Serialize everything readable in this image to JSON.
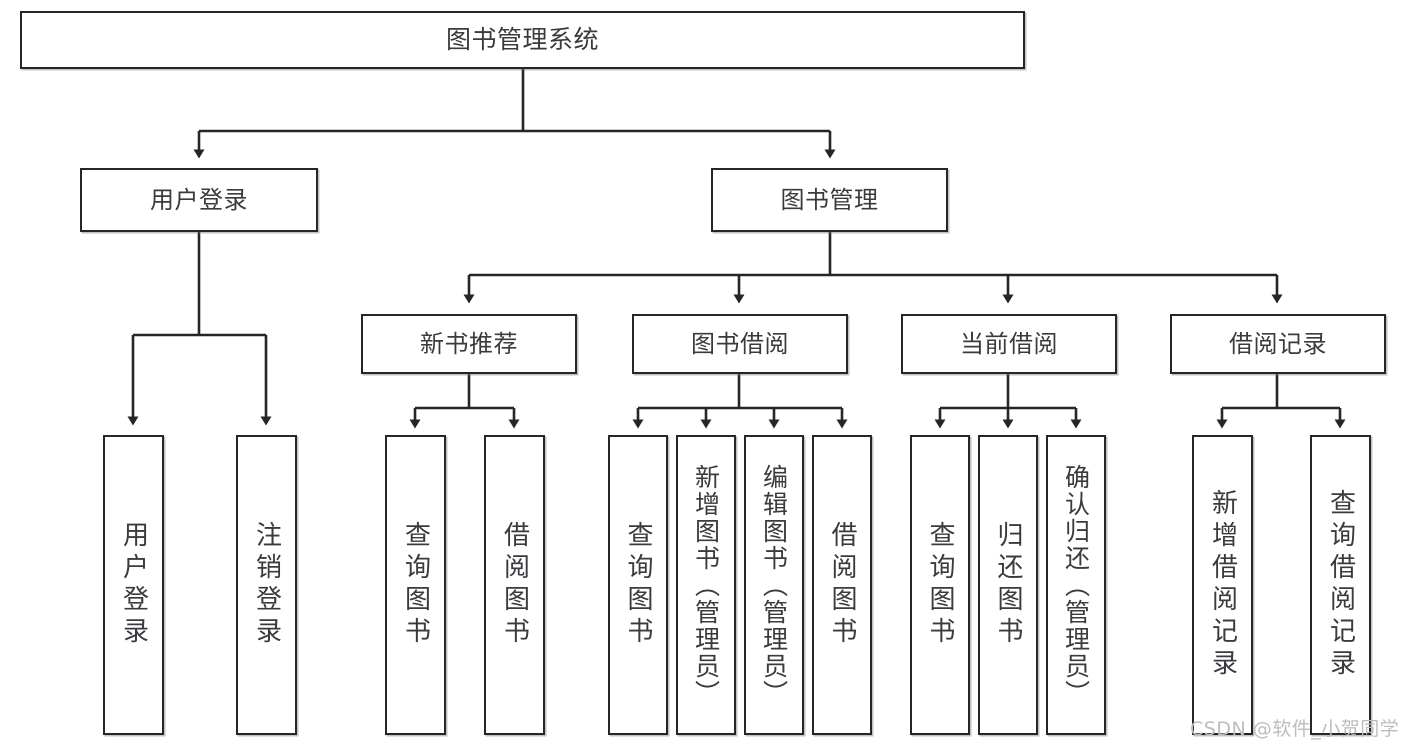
{
  "diagram": {
    "type": "hierarchy-tree",
    "title": "图书管理系统",
    "root": {
      "id": "root",
      "label": "图书管理系统"
    },
    "level2": [
      {
        "id": "user-login",
        "label": "用户登录"
      },
      {
        "id": "book-management",
        "label": "图书管理"
      }
    ],
    "level3": [
      {
        "id": "new-book-recommend",
        "label": "新书推荐",
        "parent": "book-management"
      },
      {
        "id": "book-borrow",
        "label": "图书借阅",
        "parent": "book-management"
      },
      {
        "id": "current-borrow",
        "label": "当前借阅",
        "parent": "book-management"
      },
      {
        "id": "borrow-record",
        "label": "借阅记录",
        "parent": "book-management"
      }
    ],
    "leaves": [
      {
        "id": "leaf-user-login",
        "label": "用户登录",
        "parent": "user-login"
      },
      {
        "id": "leaf-logout",
        "label": "注销登录",
        "parent": "user-login"
      },
      {
        "id": "leaf-query-book-1",
        "label": "查询图书",
        "parent": "new-book-recommend"
      },
      {
        "id": "leaf-borrow-book-1",
        "label": "借阅图书",
        "parent": "new-book-recommend"
      },
      {
        "id": "leaf-query-book-2",
        "label": "查询图书",
        "parent": "book-borrow"
      },
      {
        "id": "leaf-add-book",
        "label": "新增图书（管理员）",
        "parent": "book-borrow"
      },
      {
        "id": "leaf-edit-book",
        "label": "编辑图书（管理员）",
        "parent": "book-borrow"
      },
      {
        "id": "leaf-borrow-book-2",
        "label": "借阅图书",
        "parent": "book-borrow"
      },
      {
        "id": "leaf-query-book-3",
        "label": "查询图书",
        "parent": "current-borrow"
      },
      {
        "id": "leaf-return-book",
        "label": "归还图书",
        "parent": "current-borrow"
      },
      {
        "id": "leaf-confirm-return",
        "label": "确认归还（管理员）",
        "parent": "current-borrow"
      },
      {
        "id": "leaf-add-record",
        "label": "新增借阅记录",
        "parent": "borrow-record"
      },
      {
        "id": "leaf-query-record",
        "label": "查询借阅记录",
        "parent": "borrow-record"
      }
    ]
  },
  "watermark": {
    "text": "CSDN @软件_小贺同学"
  },
  "colors": {
    "stroke": "#26262a",
    "box_fill": "#ffffff",
    "text": "#3b3b3f",
    "watermark": "#bdbdbd",
    "background": "#ffffff"
  }
}
